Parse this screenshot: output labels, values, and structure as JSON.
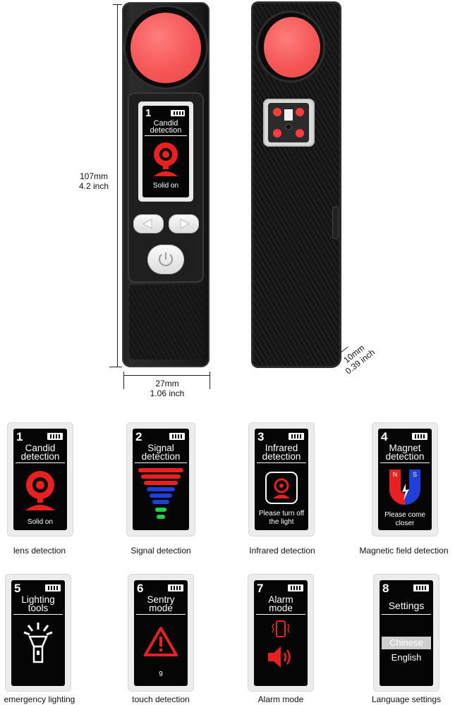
{
  "dimensions": {
    "height_mm": "107mm",
    "height_in": "4.2 inch",
    "width_mm": "27mm",
    "width_in": "1.06 inch",
    "depth_mm": "10mm",
    "depth_in": "0.39 inch"
  },
  "device_screen": {
    "number": "1",
    "title_line1": "Candid",
    "title_line2": "detection",
    "status": "Solid on"
  },
  "modes": [
    {
      "number": "1",
      "line1": "Candid",
      "line2": "detection",
      "sub1": "Solid on",
      "sub2": "",
      "caption": "lens detection",
      "icon": "webcam-icon"
    },
    {
      "number": "2",
      "line1": "Signal",
      "line2": "detection",
      "sub1": "",
      "sub2": "",
      "caption": "Signal detection",
      "icon": "signal-bars-icon"
    },
    {
      "number": "3",
      "line1": "Infrared",
      "line2": "detection",
      "sub1": "Please turn off",
      "sub2": "the light",
      "caption": "Infrared detection",
      "icon": "camera-frame-icon"
    },
    {
      "number": "4",
      "line1": "Magnet",
      "line2": "detection",
      "sub1": "Please come",
      "sub2": "closer",
      "caption": "Magnetic field detection",
      "icon": "magnet-icon"
    },
    {
      "number": "5",
      "line1": "Lighting",
      "line2": "tools",
      "sub1": "",
      "sub2": "",
      "caption": "emergency lighting",
      "icon": "flashlight-icon"
    },
    {
      "number": "6",
      "line1": "Sentry",
      "line2": "mode",
      "sub1": "9",
      "sub2": "",
      "caption": "touch detection",
      "icon": "warning-icon"
    },
    {
      "number": "7",
      "line1": "Alarm",
      "line2": "mode",
      "sub1": "",
      "sub2": "",
      "caption": "Alarm mode",
      "icon": "speaker-icon"
    },
    {
      "number": "8",
      "line1": "Settings",
      "line2": "",
      "sub1": "Chinese",
      "sub2": "English",
      "caption": "Language settings",
      "icon": ""
    }
  ],
  "colors": {
    "lens": "#f55757",
    "alert_red": "#e8201f",
    "magnet_blue": "#1f3fd6",
    "signal_green": "#22d04a"
  }
}
